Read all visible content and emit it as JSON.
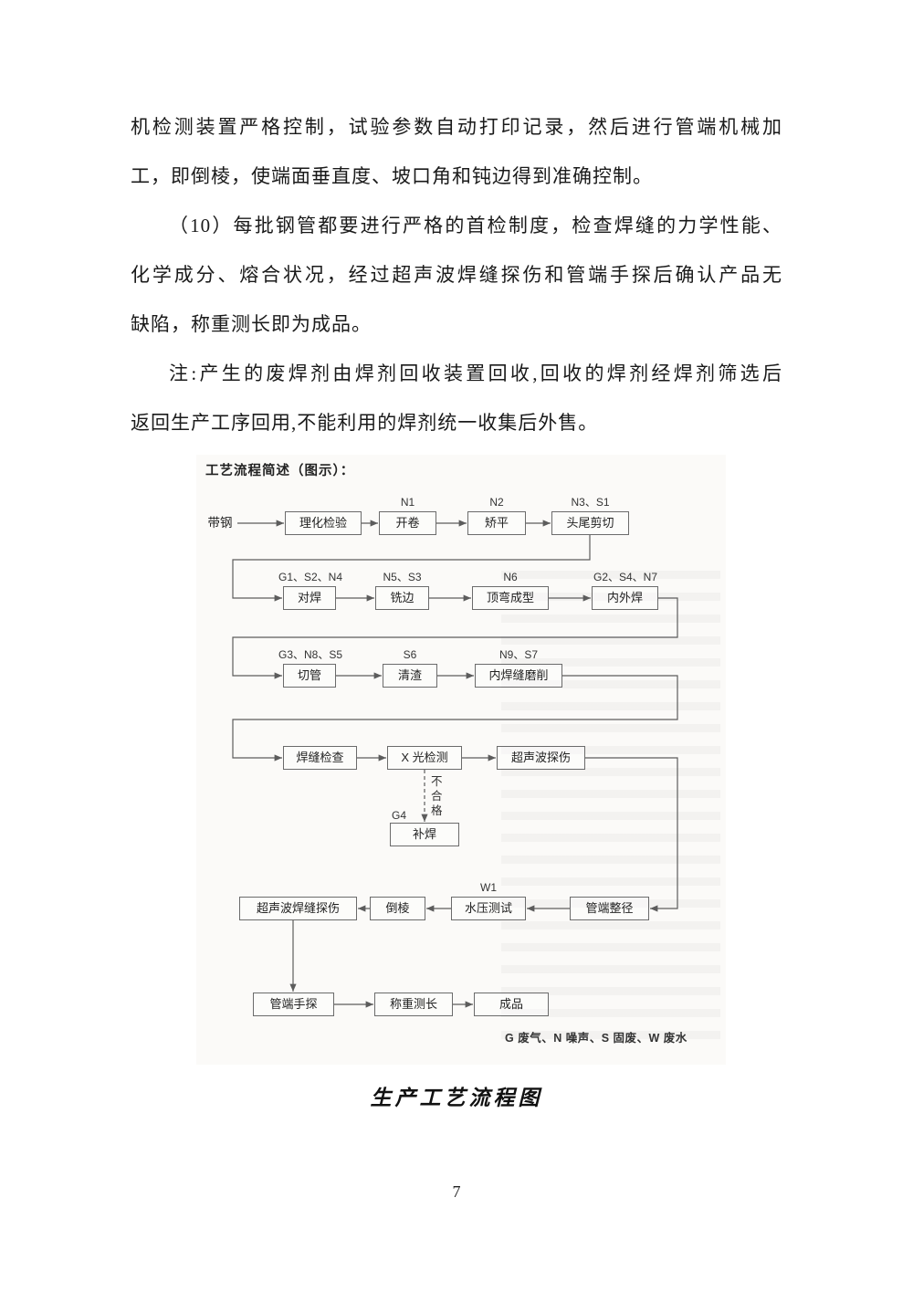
{
  "document": {
    "paragraphs": [
      {
        "lines": [
          "机检测装置严格控制，试验参数自动打印记录，然后进行管端机械加",
          "工，即倒棱，使端面垂直度、坡口角和钝边得到准确控制。"
        ]
      },
      {
        "lines": [
          "（10）每批钢管都要进行严格的首检制度，检查焊缝的力学性能、",
          "化学成分、熔合状况，经过超声波焊缝探伤和管端手探后确认产品无",
          "缺陷，称重测长即为成品。"
        ]
      },
      {
        "lines": [
          "注:产生的废焊剂由焊剂回收装置回收,回收的焊剂经焊剂筛选后",
          "返回生产工序回用,不能利用的焊剂统一收集后外售。"
        ]
      }
    ],
    "caption": "生产工艺流程图",
    "page_number": "7"
  },
  "flowchart": {
    "title": "工艺流程简述（图示）：",
    "start_label": "带钢",
    "reject_label": "不合格",
    "legend": "G 废气、N 噪声、S 固废、W 废水",
    "stroke_color": "#5c5c5c",
    "nodes": [
      {
        "label": "理化检验",
        "code": ""
      },
      {
        "label": "开卷",
        "code": "N1"
      },
      {
        "label": "矫平",
        "code": "N2"
      },
      {
        "label": "头尾剪切",
        "code": "N3、S1"
      },
      {
        "label": "对焊",
        "code": "G1、S2、N4"
      },
      {
        "label": "铣边",
        "code": "N5、S3"
      },
      {
        "label": "顶弯成型",
        "code": "N6"
      },
      {
        "label": "内外焊",
        "code": "G2、S4、N7"
      },
      {
        "label": "切管",
        "code": "G3、N8、S5"
      },
      {
        "label": "清渣",
        "code": "S6"
      },
      {
        "label": "内焊缝磨削",
        "code": "N9、S7"
      },
      {
        "label": "焊缝检查",
        "code": ""
      },
      {
        "label": "X 光检测",
        "code": ""
      },
      {
        "label": "超声波探伤",
        "code": ""
      },
      {
        "label": "补焊",
        "code": "G4"
      },
      {
        "label": "超声波焊缝探伤",
        "code": ""
      },
      {
        "label": "倒棱",
        "code": ""
      },
      {
        "label": "水压测试",
        "code": "W1"
      },
      {
        "label": "管端整径",
        "code": ""
      },
      {
        "label": "管端手探",
        "code": ""
      },
      {
        "label": "称重测长",
        "code": ""
      },
      {
        "label": "成品",
        "code": ""
      }
    ]
  }
}
